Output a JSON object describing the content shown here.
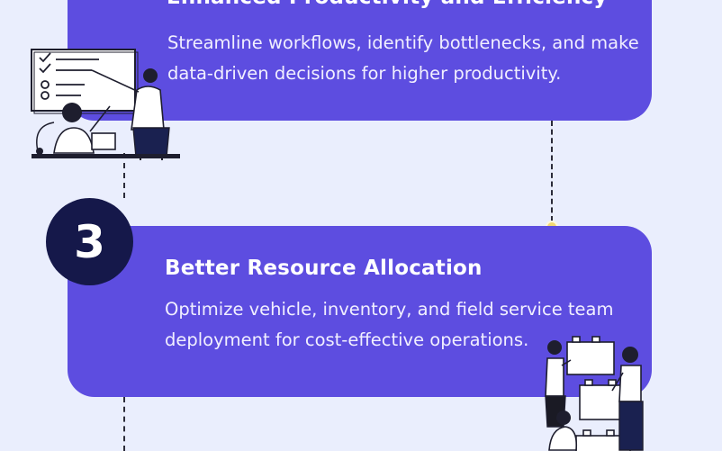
{
  "step_top": {
    "title": "Enhanced Productivity and Efficiency",
    "description": "Streamline workflows, identify bottlenecks, and make data-driven decisions for higher productivity."
  },
  "step_3": {
    "number": "3",
    "title": "Better Resource Allocation",
    "description": "Optimize vehicle, inventory, and field service team deployment for cost-effective operations."
  },
  "colors": {
    "background": "#eaeefd",
    "card": "#5d4de0",
    "number_circle": "#15184a",
    "connector_dot": "#f3d973"
  },
  "icons": [
    "presentation-illustration",
    "box-stacking-team-illustration"
  ]
}
